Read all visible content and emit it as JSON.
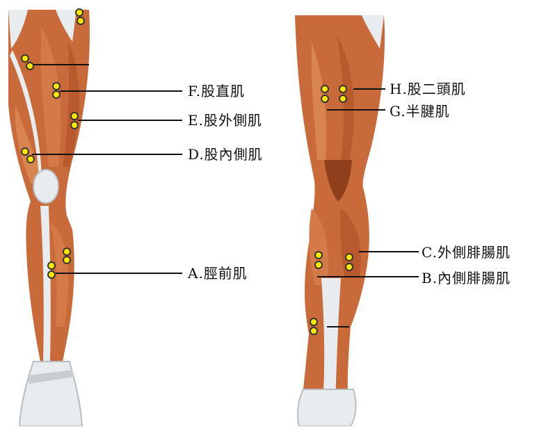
{
  "colors": {
    "muscle": "#c96a3a",
    "muscle_dark": "#8f3f1c",
    "muscle_light": "#e59b6a",
    "tendon": "#e9ecef",
    "tendon_shade": "#b7bdc3",
    "electrode_fill": "#ffe600",
    "electrode_stroke": "#333333",
    "leader_line": "#111111"
  },
  "front_view": {
    "labels": {
      "rectus_femoris": "F.股直肌",
      "vastus_lateralis": "E.股外側肌",
      "vastus_medialis": "D.股內側肌",
      "tibialis_anterior": "A.脛前肌"
    }
  },
  "back_view": {
    "labels": {
      "biceps_femoris": "H.股二頭肌",
      "semitendinosus": "G.半腱肌",
      "lateral_gastrocnemius": "C.外側腓腸肌",
      "medial_gastrocnemius": "B.內側腓腸肌"
    }
  },
  "electrode_icon": "yellow-dot-pair"
}
